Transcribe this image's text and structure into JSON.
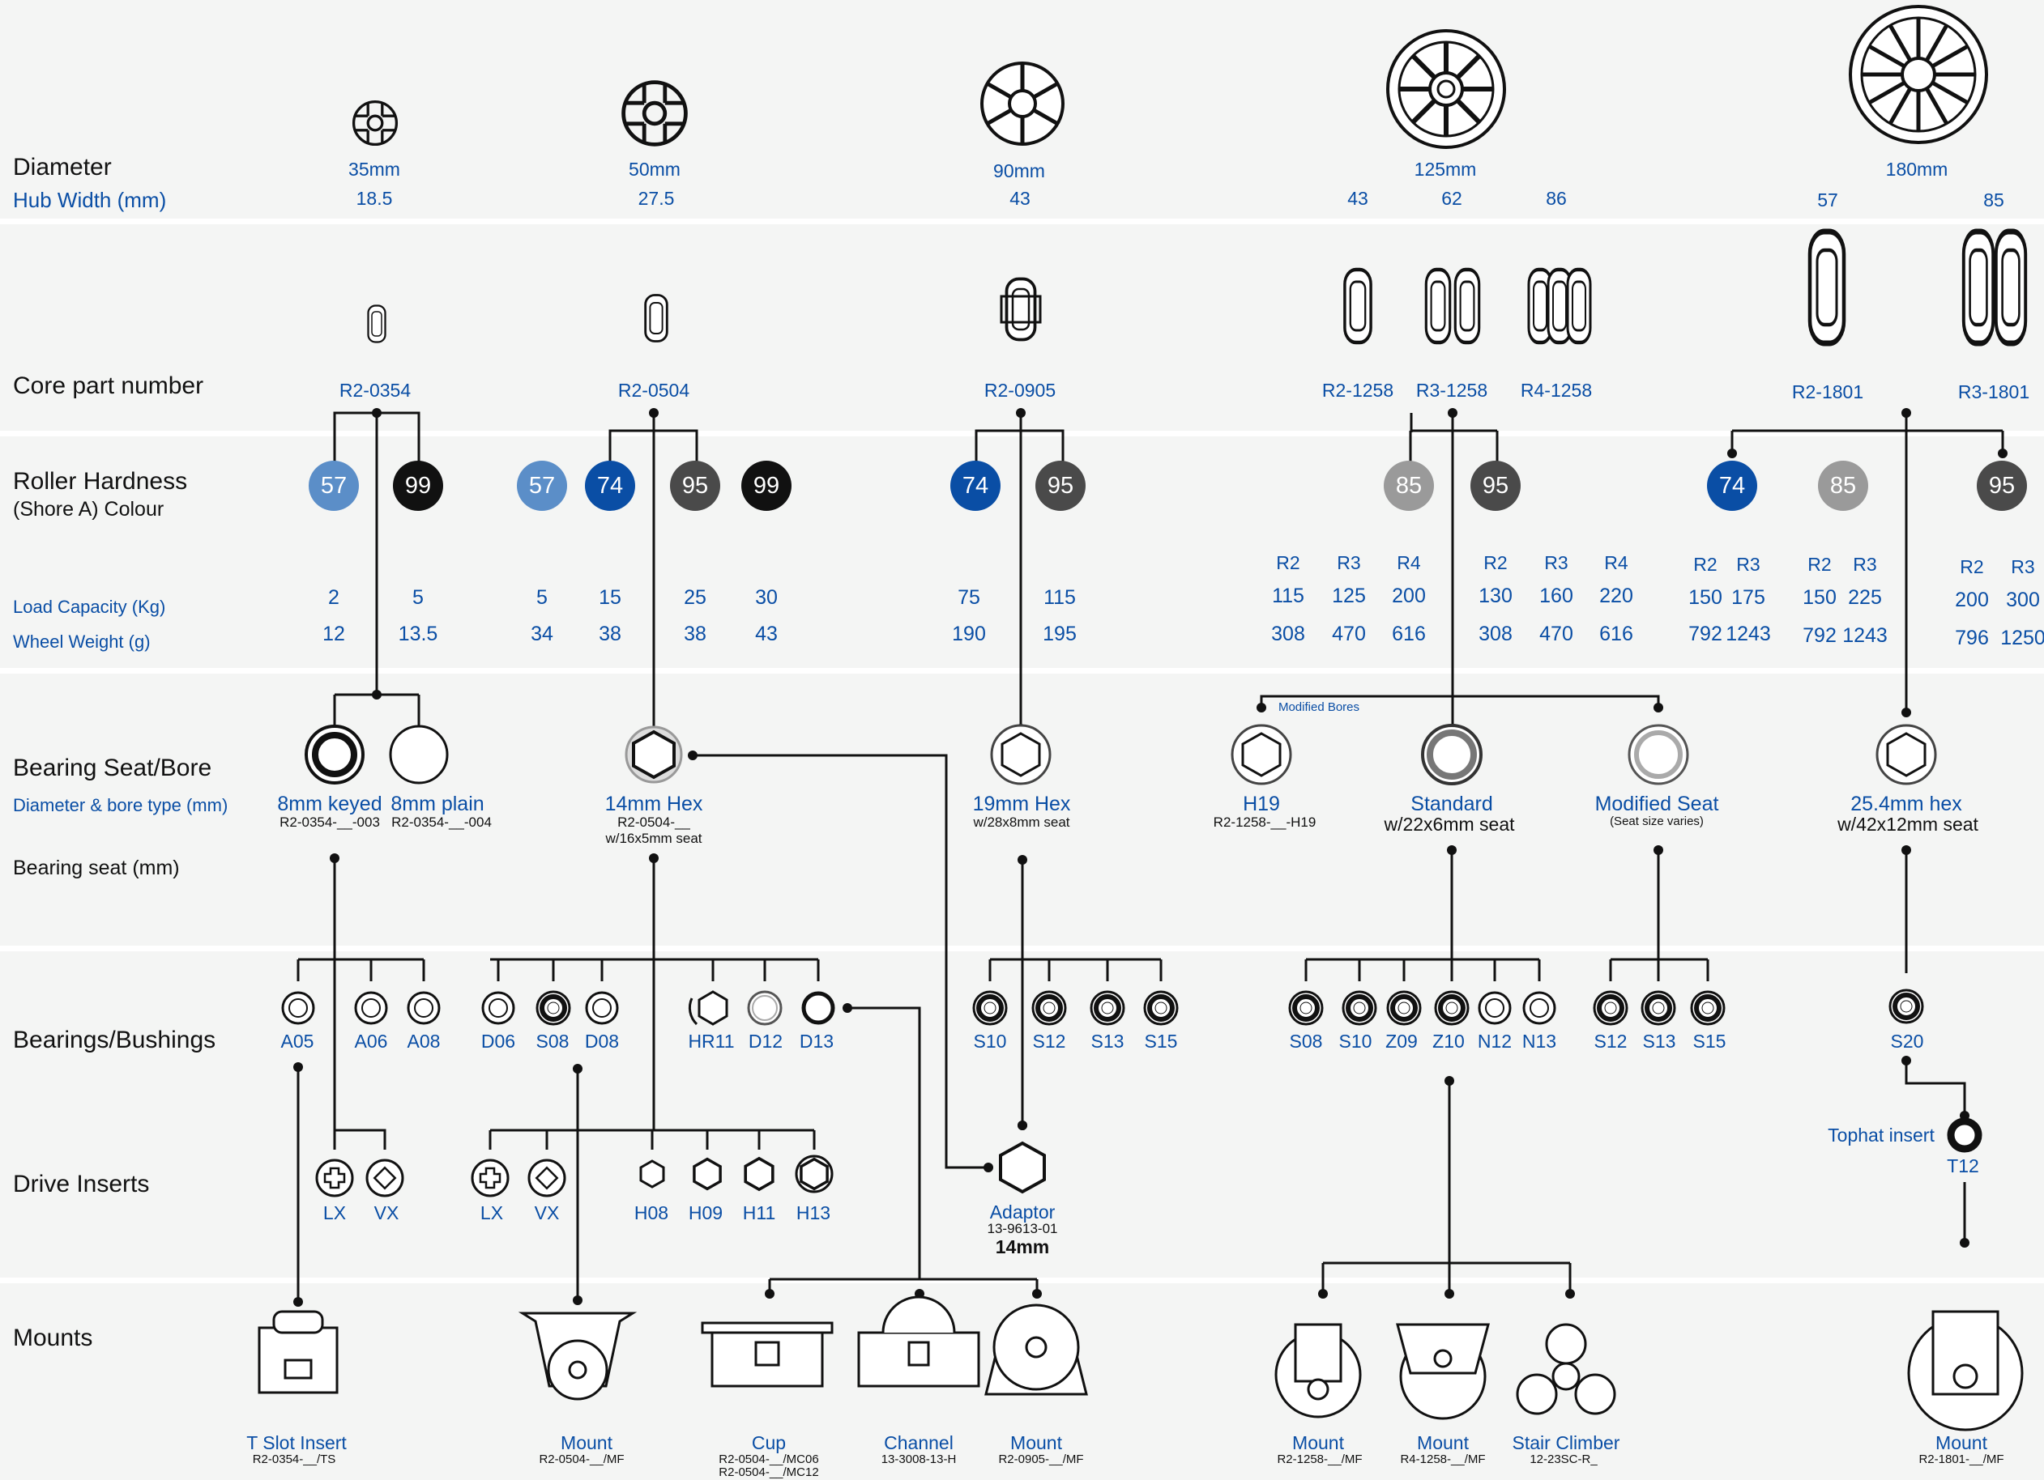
{
  "row_labels": {
    "diameter": "Diameter",
    "hub_width": "Hub Width (mm)",
    "core_part": "Core part number",
    "hardness_1": "Roller Hardness",
    "hardness_2": "(Shore A) Colour",
    "load": "Load Capacity (Kg)",
    "weight": "Wheel Weight (g)",
    "bearing_seat": "Bearing Seat/Bore",
    "bore_type": "Diameter & bore type (mm)",
    "bearing_seat_mm": "Bearing seat (mm)",
    "bearings": "Bearings/Bushings",
    "drive_inserts": "Drive Inserts",
    "mounts": "Mounts"
  },
  "colors": {
    "blue_text": "#0a4ea5",
    "hardness_57": "#5b8ec8",
    "hardness_74": "#0a4ea5",
    "hardness_85": "#9a9a9a",
    "hardness_95": "#4a4a4a",
    "hardness_99": "#111111"
  },
  "diameters": [
    "35mm",
    "50mm",
    "90mm",
    "125mm",
    "180mm"
  ],
  "hub_widths": [
    "18.5",
    "27.5",
    "43",
    "43",
    "62",
    "86",
    "57",
    "85"
  ],
  "core_parts": [
    "R2-0354",
    "R2-0504",
    "R2-0905",
    "R2-1258",
    "R3-1258",
    "R4-1258",
    "R2-1801",
    "R3-1801"
  ],
  "hardness": [
    {
      "value": "57",
      "color": "#5b8ec8"
    },
    {
      "value": "99",
      "color": "#111111"
    },
    {
      "value": "57",
      "color": "#5b8ec8"
    },
    {
      "value": "74",
      "color": "#0a4ea5"
    },
    {
      "value": "95",
      "color": "#4a4a4a"
    },
    {
      "value": "99",
      "color": "#111111"
    },
    {
      "value": "74",
      "color": "#0a4ea5"
    },
    {
      "value": "95",
      "color": "#4a4a4a"
    },
    {
      "value": "85",
      "color": "#9a9a9a"
    },
    {
      "value": "95",
      "color": "#4a4a4a"
    },
    {
      "value": "74",
      "color": "#0a4ea5"
    },
    {
      "value": "85",
      "color": "#9a9a9a"
    },
    {
      "value": "95",
      "color": "#4a4a4a"
    }
  ],
  "load_small": [
    "2",
    "5",
    "5",
    "15",
    "25",
    "30",
    "75",
    "115"
  ],
  "weight_small": [
    "12",
    "13.5",
    "34",
    "38",
    "38",
    "43",
    "190",
    "195"
  ],
  "large_table": {
    "heads": [
      "R2",
      "R3",
      "R4",
      "R2",
      "R3",
      "R4",
      "R2",
      "R3",
      "R2",
      "R3",
      "R2",
      "R3"
    ],
    "loads": [
      "115",
      "125",
      "200",
      "130",
      "160",
      "220",
      "150",
      "175",
      "150",
      "225",
      "200",
      "300"
    ],
    "weights": [
      "308",
      "470",
      "616",
      "308",
      "470",
      "616",
      "792",
      "1243",
      "792",
      "1243",
      "796",
      "1250"
    ]
  },
  "bearing_seats": {
    "modified_bores_note": "Modified Bores",
    "items": [
      {
        "name": "8mm keyed",
        "sub": "R2-0354-__-003"
      },
      {
        "name": "8mm plain",
        "sub": "R2-0354-__-004"
      },
      {
        "name": "14mm Hex",
        "sub": "R2-0504-__",
        "sub2": "w/16x5mm seat"
      },
      {
        "name": "19mm Hex",
        "sub": "w/28x8mm seat"
      },
      {
        "name": "H19",
        "sub": "R2-1258-__-H19"
      },
      {
        "name": "Standard",
        "sub": "w/22x6mm seat"
      },
      {
        "name": "Modified Seat",
        "sub": "(Seat size varies)"
      },
      {
        "name": "25.4mm hex",
        "sub": "w/42x12mm seat"
      }
    ]
  },
  "bearings": [
    "A05",
    "A06",
    "A08",
    "D06",
    "S08",
    "D08",
    "HR11",
    "D12",
    "D13",
    "S10",
    "S12",
    "S13",
    "S15",
    "S08",
    "S10",
    "Z09",
    "Z10",
    "N12",
    "N13",
    "S12",
    "S13",
    "S15",
    "S20"
  ],
  "tophat": {
    "label": "Tophat insert",
    "code": "T12"
  },
  "drive_inserts": [
    "LX",
    "VX",
    "LX",
    "VX",
    "H08",
    "H09",
    "H11",
    "H13"
  ],
  "adaptor": {
    "name": "Adaptor",
    "part": "13-9613-01",
    "size": "14mm"
  },
  "mounts": [
    {
      "name": "T Slot Insert",
      "part": "R2-0354-__/TS"
    },
    {
      "name": "Mount",
      "part": "R2-0504-__/MF"
    },
    {
      "name": "Cup",
      "part": "R2-0504-__/MC06",
      "part2": "R2-0504-__/MC12"
    },
    {
      "name": "Channel",
      "part": "13-3008-13-H"
    },
    {
      "name": "Mount",
      "part": "R2-0905-__/MF"
    },
    {
      "name": "Mount",
      "part": "R2-1258-__/MF"
    },
    {
      "name": "Mount",
      "part": "R4-1258-__/MF"
    },
    {
      "name": "Stair Climber",
      "part": "12-23SC-R_"
    },
    {
      "name": "Mount",
      "part": "R2-1801-__/MF"
    }
  ]
}
